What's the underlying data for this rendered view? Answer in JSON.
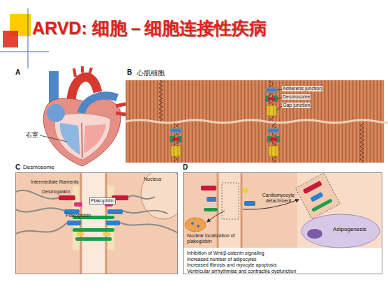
{
  "diagram": {
    "title": "ARVD: 细胞－细胞连接性疾病",
    "nodes": [
      {
        "text": [
          "B",
          "心肌细胞"
        ]
      },
      {
        "text": [
          "C",
          "Desmosome"
        ]
      },
      {
        "text": [
          "D"
        ]
      },
      {
        "text": [
          "Adipogenesis"
        ],
        "in": 2
      }
    ],
    "labels": [
      "A",
      "右室",
      "Adherens junction",
      "Desmosome",
      "Gap junction",
      "Intermediate filaments",
      "Nucleus",
      "Desmoplakin",
      "Plakophilin",
      "Plakoglobin",
      "Cardiomyocyte detachment",
      "Nuclear localization of plakoglobin",
      "Inhibition of Wnt/β-catenin signaling",
      "Increased number of adipocytes",
      "Increased fibrosis and myocyte apoptosis",
      "Ventricular arrhythmias and contractile dysfunction"
    ]
  }
}
